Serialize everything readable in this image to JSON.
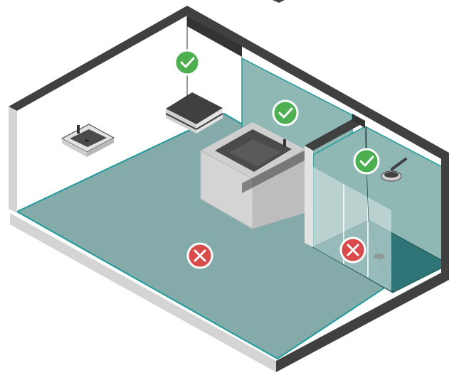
{
  "scene": {
    "subject": "isometric-bathroom-cutaway",
    "colors": {
      "floor": "#85aaaa",
      "floor_edge": "#1f9a9a",
      "wall_dark": "#404040",
      "wall_light": "#d4d4d4",
      "wall_glass": "#8fb7b4",
      "shower_floor": "#2f7476",
      "ok_badge": "#4caf50",
      "bad_badge": "#d94b4b",
      "bathtub_inner": "#4a4a4a",
      "bathtub_outer": "#cfcfcf"
    },
    "markers": [
      {
        "name": "ceiling-vent-check",
        "status": "ok",
        "icon": "check-icon"
      },
      {
        "name": "tub-wall-check",
        "status": "ok",
        "icon": "check-icon"
      },
      {
        "name": "shower-wall-check",
        "status": "ok",
        "icon": "check-icon"
      },
      {
        "name": "floor-cross",
        "status": "bad",
        "icon": "cross-icon"
      },
      {
        "name": "shower-floor-cross",
        "status": "bad",
        "icon": "cross-icon"
      }
    ]
  }
}
